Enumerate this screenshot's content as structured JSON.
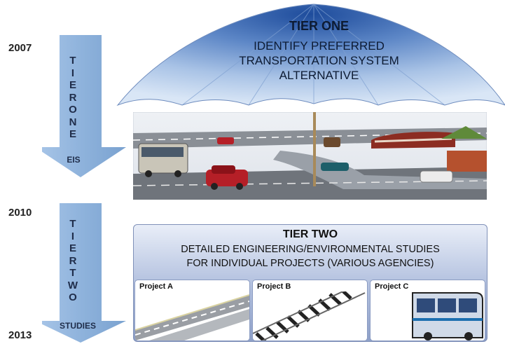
{
  "years": {
    "y2007": "2007",
    "y2010": "2010",
    "y2013": "2013"
  },
  "tier_one": {
    "title": "TIER ONE",
    "line1": "IDENTIFY PREFERRED",
    "line2": "TRANSPORTATION SYSTEM",
    "line3": "ALTERNATIVE",
    "arrow_letters": [
      "T",
      "I",
      "E",
      "R",
      "O",
      "N",
      "E"
    ],
    "arrow_bottom": "EIS"
  },
  "tier_two": {
    "title": "TIER TWO",
    "line1": "DETAILED ENGINEERING/ENVIRONMENTAL STUDIES",
    "line2": "FOR INDIVIDUAL PROJECTS (VARIOUS AGENCIES)",
    "arrow_letters": [
      "T",
      "I",
      "E",
      "R",
      "T",
      "W",
      "O"
    ],
    "arrow_bottom": "STUDIES",
    "projects": [
      {
        "label": "Project A"
      },
      {
        "label": "Project B"
      },
      {
        "label": "Project C"
      }
    ]
  },
  "colors": {
    "arrow": "#8fb3dc",
    "umbrella": "#5c86c6",
    "box": "#b9c6e2"
  }
}
